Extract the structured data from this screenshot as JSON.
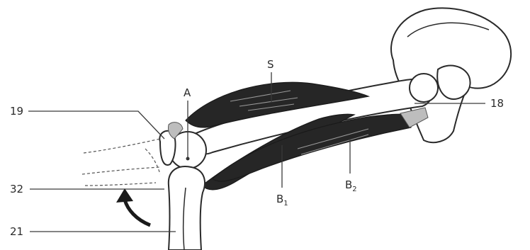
{
  "labels": {
    "muscle_top": "S",
    "joint_axis": "A",
    "bone_femur": "18",
    "left_upper": "19",
    "left_middle": "32",
    "left_lower": "21",
    "muscle_b1_main": "B",
    "muscle_b1_sub": "1",
    "muscle_b2_main": "B",
    "muscle_b2_sub": "2"
  },
  "icons": {
    "rotation_arrow": "curved-arrow-icon"
  }
}
